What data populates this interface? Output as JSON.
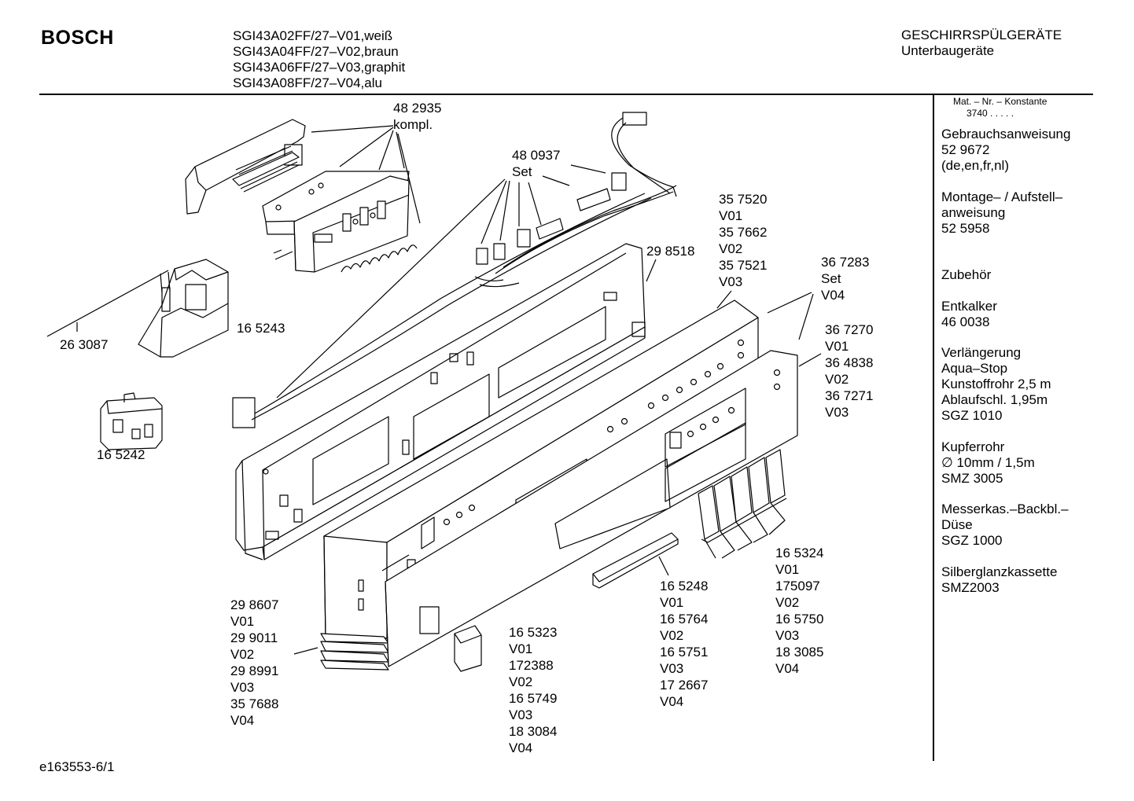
{
  "header": {
    "brand": "BOSCH",
    "models": [
      "SGI43A02FF/27–V01,weiß",
      "SGI43A04FF/27–V02,braun",
      "SGI43A06FF/27–V03,graphit",
      "SGI43A08FF/27–V04,alu"
    ],
    "category": "GESCHIRRSPÜLGERÄTE",
    "subcategory": "Unterbaugeräte"
  },
  "sidebar": {
    "mat_title": "Mat. – Nr. – Konstante",
    "mat_value": "3740  .  .  .  .  .",
    "sections": [
      [
        "Gebrauchsanweisung",
        "52 9672",
        "(de,en,fr,nl)"
      ],
      [
        "Montage– / Aufstell–",
        "anweisung",
        "52 5958"
      ],
      [
        "Zubehör"
      ],
      [
        "Entkalker",
        "46 0038"
      ],
      [
        "Verlängerung",
        "Aqua–Stop",
        "Kunstoffrohr 2,5 m",
        "Ablaufschl. 1,95m",
        "SGZ 1010"
      ],
      [
        "Kupferrohr",
        "∅ 10mm / 1,5m",
        "SMZ 3005"
      ],
      [
        "Messerkas.–Backbl.–",
        "Düse",
        "SGZ 1000"
      ],
      [
        "Silberglanzkassette",
        "SMZ2003"
      ]
    ]
  },
  "parts": [
    {
      "id": "p482935",
      "lines": [
        "48 2935",
        "kompl."
      ]
    },
    {
      "id": "p480937",
      "lines": [
        "48 0937",
        "Set"
      ]
    },
    {
      "id": "p298518",
      "lines": [
        "29 8518"
      ]
    },
    {
      "id": "p357520",
      "lines": [
        "35 7520",
        "V01",
        "35 7662",
        "V02",
        "35 7521",
        "V03"
      ]
    },
    {
      "id": "p367283",
      "lines": [
        "36 7283",
        "Set",
        "V04"
      ]
    },
    {
      "id": "p367270",
      "lines": [
        "36 7270",
        "V01",
        "36 4838",
        "V02",
        "36 7271",
        "V03"
      ]
    },
    {
      "id": "p263087",
      "lines": [
        "26 3087"
      ]
    },
    {
      "id": "p165243",
      "lines": [
        "16 5243"
      ]
    },
    {
      "id": "p165242",
      "lines": [
        "16 5242"
      ]
    },
    {
      "id": "p298607",
      "lines": [
        "29 8607",
        "V01",
        "29 9011",
        "V02",
        "29 8991",
        "V03",
        "35 7688",
        "V04"
      ]
    },
    {
      "id": "p165323",
      "lines": [
        "16 5323",
        "V01",
        "172388",
        "V02",
        "16 5749",
        "V03",
        "18 3084",
        "V04"
      ]
    },
    {
      "id": "p165248",
      "lines": [
        "16 5248",
        "V01",
        "16 5764",
        "V02",
        "16 5751",
        "V03",
        "17 2667",
        "V04"
      ]
    },
    {
      "id": "p165324",
      "lines": [
        "16 5324",
        "V01",
        "175097",
        "V02",
        "16 5750",
        "V03",
        "18 3085",
        "V04"
      ]
    }
  ],
  "footer": {
    "code": "e163553-6/1"
  }
}
